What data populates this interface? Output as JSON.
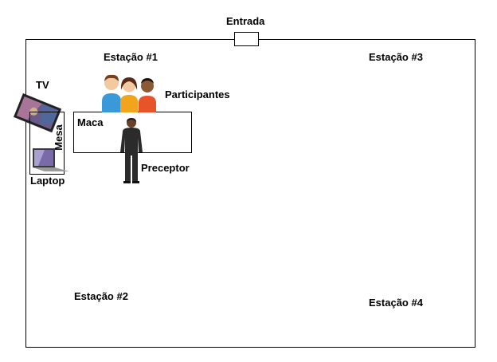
{
  "labels": {
    "entrance": "Entrada",
    "station1": "Estação #1",
    "station2": "Estação #2",
    "station3": "Estação #3",
    "station4": "Estação #4",
    "tv": "TV",
    "participants": "Participantes",
    "stretcher": "Maca",
    "desk": "Mesa",
    "laptop": "Laptop",
    "preceptor": "Preceptor"
  },
  "colors": {
    "line": "#000000",
    "participant_shirts": [
      "#3a9ad9",
      "#f2a41c",
      "#e8542a"
    ],
    "preceptor_suit": "#2b2b2b"
  },
  "icons": [
    "tv-icon",
    "laptop-icon",
    "participants-icon",
    "preceptor-icon"
  ]
}
